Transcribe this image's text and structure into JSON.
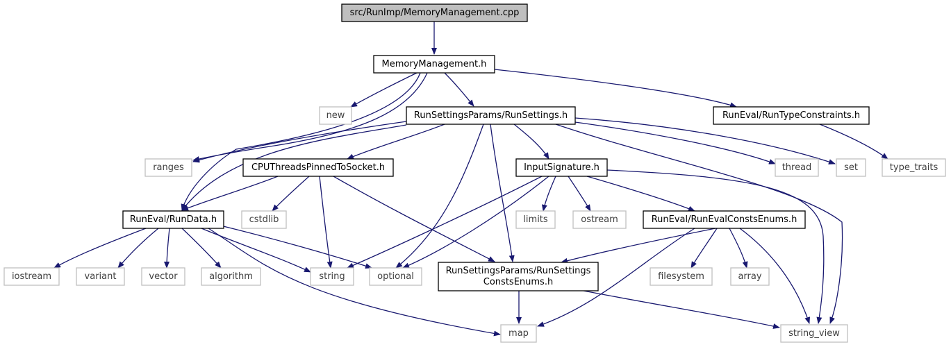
{
  "colors": {
    "edge": "#191970",
    "root_fill": "#bfbfbf",
    "root_border": "#000000",
    "local_border": "#000000",
    "external_border": "#bfbfbf",
    "external_text": "#404040",
    "text": "#000000"
  },
  "nodes": [
    {
      "id": "root",
      "type": "root",
      "lines": [
        "src/RunImp/MemoryManagement.cpp"
      ]
    },
    {
      "id": "memmgmt_h",
      "type": "local",
      "lines": [
        "MemoryManagement.h"
      ]
    },
    {
      "id": "new",
      "type": "external",
      "lines": [
        "new"
      ]
    },
    {
      "id": "runsettings_h",
      "type": "local",
      "lines": [
        "RunSettingsParams/RunSettings.h"
      ]
    },
    {
      "id": "runtypeconstraints_h",
      "type": "local",
      "lines": [
        "RunEval/RunTypeConstraints.h"
      ]
    },
    {
      "id": "ranges",
      "type": "external",
      "lines": [
        "ranges"
      ]
    },
    {
      "id": "cputhreads_h",
      "type": "local",
      "lines": [
        "CPUThreadsPinnedToSocket.h"
      ]
    },
    {
      "id": "inputsignature_h",
      "type": "local",
      "lines": [
        "InputSignature.h"
      ]
    },
    {
      "id": "thread",
      "type": "external",
      "lines": [
        "thread"
      ]
    },
    {
      "id": "set",
      "type": "external",
      "lines": [
        "set"
      ]
    },
    {
      "id": "type_traits",
      "type": "external",
      "lines": [
        "type_traits"
      ]
    },
    {
      "id": "rundata_h",
      "type": "local",
      "lines": [
        "RunEval/RunData.h"
      ]
    },
    {
      "id": "cstdlib",
      "type": "external",
      "lines": [
        "cstdlib"
      ]
    },
    {
      "id": "limits",
      "type": "external",
      "lines": [
        "limits"
      ]
    },
    {
      "id": "ostream",
      "type": "external",
      "lines": [
        "ostream"
      ]
    },
    {
      "id": "runevalconstsenums_h",
      "type": "local",
      "lines": [
        "RunEval/RunEvalConstsEnums.h"
      ]
    },
    {
      "id": "iostream",
      "type": "external",
      "lines": [
        "iostream"
      ]
    },
    {
      "id": "variant",
      "type": "external",
      "lines": [
        "variant"
      ]
    },
    {
      "id": "vector",
      "type": "external",
      "lines": [
        "vector"
      ]
    },
    {
      "id": "algorithm",
      "type": "external",
      "lines": [
        "algorithm"
      ]
    },
    {
      "id": "string",
      "type": "external",
      "lines": [
        "string"
      ]
    },
    {
      "id": "optional",
      "type": "external",
      "lines": [
        "optional"
      ]
    },
    {
      "id": "runsettingsconstsenums_h",
      "type": "local",
      "lines": [
        "RunSettingsParams/RunSettings",
        "ConstsEnums.h"
      ]
    },
    {
      "id": "filesystem",
      "type": "external",
      "lines": [
        "filesystem"
      ]
    },
    {
      "id": "array",
      "type": "external",
      "lines": [
        "array"
      ]
    },
    {
      "id": "map",
      "type": "external",
      "lines": [
        "map"
      ]
    },
    {
      "id": "string_view",
      "type": "external",
      "lines": [
        "string_view"
      ]
    }
  ],
  "edges": [
    {
      "from": "root",
      "to": "memmgmt_h"
    },
    {
      "from": "memmgmt_h",
      "to": "new"
    },
    {
      "from": "memmgmt_h",
      "to": "runsettings_h"
    },
    {
      "from": "memmgmt_h",
      "to": "runtypeconstraints_h"
    },
    {
      "from": "memmgmt_h",
      "to": "ranges"
    },
    {
      "from": "memmgmt_h",
      "to": "rundata_h"
    },
    {
      "from": "runtypeconstraints_h",
      "to": "type_traits"
    },
    {
      "from": "runsettings_h",
      "to": "ranges"
    },
    {
      "from": "runsettings_h",
      "to": "rundata_h"
    },
    {
      "from": "runsettings_h",
      "to": "cputhreads_h"
    },
    {
      "from": "runsettings_h",
      "to": "inputsignature_h"
    },
    {
      "from": "runsettings_h",
      "to": "thread"
    },
    {
      "from": "runsettings_h",
      "to": "set"
    },
    {
      "from": "runsettings_h",
      "to": "optional"
    },
    {
      "from": "runsettings_h",
      "to": "runsettingsconstsenums_h"
    },
    {
      "from": "runsettings_h",
      "to": "string_view"
    },
    {
      "from": "cputhreads_h",
      "to": "rundata_h"
    },
    {
      "from": "cputhreads_h",
      "to": "cstdlib"
    },
    {
      "from": "cputhreads_h",
      "to": "string"
    },
    {
      "from": "cputhreads_h",
      "to": "runsettingsconstsenums_h"
    },
    {
      "from": "inputsignature_h",
      "to": "limits"
    },
    {
      "from": "inputsignature_h",
      "to": "ostream"
    },
    {
      "from": "inputsignature_h",
      "to": "runevalconstsenums_h"
    },
    {
      "from": "inputsignature_h",
      "to": "string"
    },
    {
      "from": "inputsignature_h",
      "to": "optional"
    },
    {
      "from": "inputsignature_h",
      "to": "string_view"
    },
    {
      "from": "rundata_h",
      "to": "iostream"
    },
    {
      "from": "rundata_h",
      "to": "variant"
    },
    {
      "from": "rundata_h",
      "to": "vector"
    },
    {
      "from": "rundata_h",
      "to": "algorithm"
    },
    {
      "from": "rundata_h",
      "to": "string"
    },
    {
      "from": "rundata_h",
      "to": "optional"
    },
    {
      "from": "rundata_h",
      "to": "map"
    },
    {
      "from": "runevalconstsenums_h",
      "to": "runsettingsconstsenums_h"
    },
    {
      "from": "runevalconstsenums_h",
      "to": "filesystem"
    },
    {
      "from": "runevalconstsenums_h",
      "to": "array"
    },
    {
      "from": "runevalconstsenums_h",
      "to": "map"
    },
    {
      "from": "runevalconstsenums_h",
      "to": "string_view"
    },
    {
      "from": "runsettingsconstsenums_h",
      "to": "map"
    },
    {
      "from": "runsettingsconstsenums_h",
      "to": "string_view"
    }
  ]
}
